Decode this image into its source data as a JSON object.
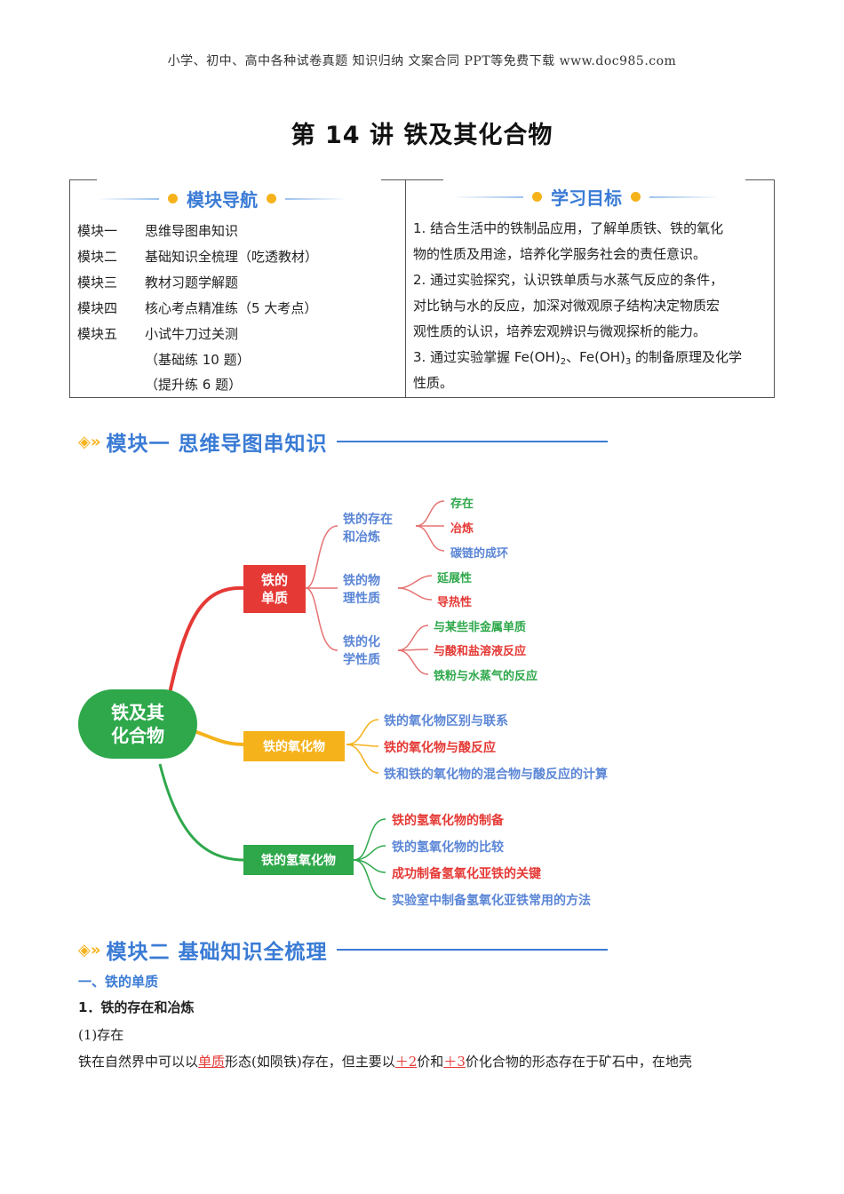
{
  "header": {
    "text": "小学、初中、高中各种试卷真题  知识归纳  文案合同  PPT等免费下载      www.doc985.com"
  },
  "title": "第 14 讲    铁及其化合物",
  "nav": {
    "heading": "模块导航",
    "items": [
      {
        "key": "模块一",
        "value": "思维导图串知识"
      },
      {
        "key": "模块二",
        "value": "基础知识全梳理（吃透教材）"
      },
      {
        "key": "模块三",
        "value": "教材习题学解题"
      },
      {
        "key": "模块四",
        "value": "核心考点精准练（5 大考点）"
      },
      {
        "key": "模块五",
        "value": "小试牛刀过关测"
      },
      {
        "key": "",
        "value": "（基础练 10 题）"
      },
      {
        "key": "",
        "value": "（提升练 6 题）"
      }
    ]
  },
  "goals": {
    "heading": "学习目标",
    "lines": [
      "1. 结合生活中的铁制品应用，了解单质铁、铁的氧化",
      "物的性质及用途，培养化学服务社会的责任意识。",
      "2. 通过实验探究，认识铁单质与水蒸气反应的条件，",
      "对比钠与水的反应，加深对微观原子结构决定物质宏",
      "观性质的认识，培养宏观辨识与微观探析的能力。"
    ],
    "line6_pre": "3. 通过实验掌握 Fe(OH)",
    "line6_sub1": "2",
    "line6_mid": "、Fe(OH)",
    "line6_sub2": "3",
    "line6_post": " 的制备原理及化学",
    "line7": "性质。"
  },
  "module1": {
    "heading": "模块一  思维导图串知识"
  },
  "mindmap": {
    "root": "铁及其\n化合物",
    "branch1": {
      "label": "铁的\n单质",
      "sub1": {
        "label": "铁的存在\n和冶炼",
        "leaves": [
          "存在",
          "冶炼",
          "碳链的成环"
        ]
      },
      "sub2": {
        "label": "铁的物\n理性质",
        "leaves": [
          "延展性",
          "导热性"
        ]
      },
      "sub3": {
        "label": "铁的化\n学性质",
        "leaves": [
          "与某些非金属单质",
          "与酸和盐溶液反应",
          "铁粉与水蒸气的反应"
        ]
      }
    },
    "branch2": {
      "label": "铁的氧化物",
      "leaves": [
        "铁的氧化物区别与联系",
        "铁的氧化物与酸反应",
        "铁和铁的氧化物的混合物与酸反应的计算"
      ]
    },
    "branch3": {
      "label": "铁的氢氧化物",
      "leaves": [
        "铁的氢氧化物的制备",
        "铁的氢氧化物的比较",
        "成功制备氢氧化亚铁的关键",
        "实验室中制备氢氧化亚铁常用的方法"
      ]
    },
    "colors": {
      "red": "#e53935",
      "orange": "#f5b21b",
      "green": "#2ea84b",
      "blue": "#5b86d6"
    }
  },
  "module2": {
    "heading": "模块二  基础知识全梳理",
    "sub1": "一、铁的单质",
    "sub2": "1．铁的存在和冶炼",
    "sub3": "(1)存在",
    "para": {
      "p1": "铁在自然界中可以以",
      "u1": "单质",
      "p2": "形态(如陨铁)存在，但主要以",
      "u2": "＋2",
      "p3": "价和",
      "u3": "＋3",
      "p4": "价化合物的形态存在于矿石中，在地壳"
    }
  }
}
